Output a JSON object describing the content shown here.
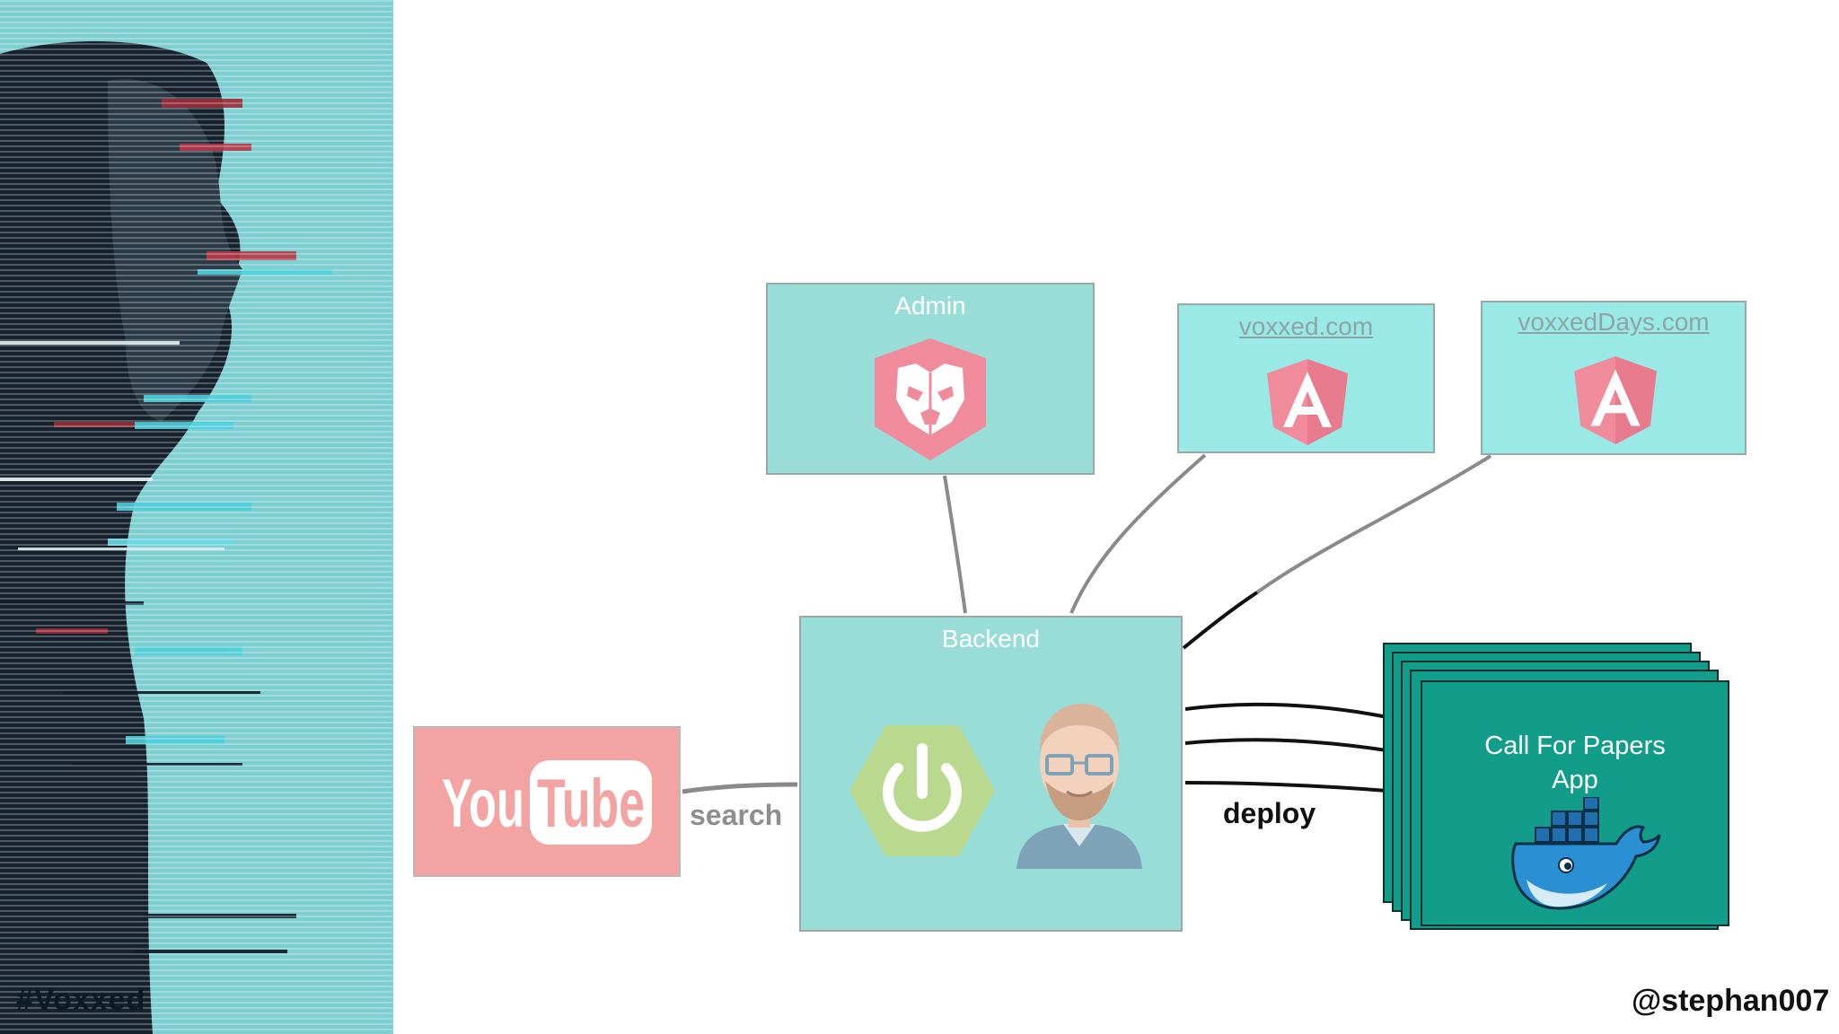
{
  "hero": {
    "hashtag": "#Voxxed"
  },
  "admin": {
    "title": "Admin",
    "icon": "jhipster-icon"
  },
  "voxxed": {
    "title": "voxxed.com",
    "icon": "angular-icon"
  },
  "voxxed_days": {
    "title": "voxxedDays.com",
    "icon": "angular-icon"
  },
  "backend": {
    "title": "Backend",
    "icons": [
      "spring-power-icon",
      "developer-avatar-icon"
    ]
  },
  "youtube": {
    "logo_left": "You",
    "logo_right": "Tube"
  },
  "labels": {
    "search": "search",
    "deploy": "deploy"
  },
  "cfp": {
    "title": "Call For Papers App",
    "icon": "docker-whale-icon"
  },
  "footer": {
    "handle": "@stephan007"
  },
  "colors": {
    "teal_box": "#99ddd8",
    "light_box": "#99e9e6",
    "youtube_pink": "#f4a3a3",
    "cfp_green": "#119d8a",
    "icon_pink": "#f08b9c"
  }
}
